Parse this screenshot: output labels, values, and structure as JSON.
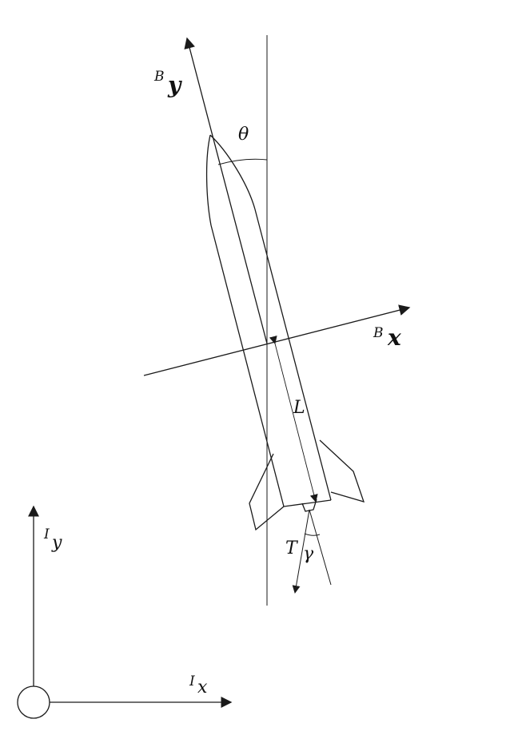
{
  "body_frame": {
    "y_superscript": "B",
    "y_axis": "y",
    "x_superscript": "B",
    "x_axis": "x"
  },
  "inertial_frame": {
    "y_superscript": "I",
    "y_axis": "y",
    "x_superscript": "I",
    "x_axis": "x"
  },
  "angles": {
    "pitch": "θ",
    "gimbal": "γ"
  },
  "labels": {
    "length": "L",
    "thrust": "T"
  }
}
